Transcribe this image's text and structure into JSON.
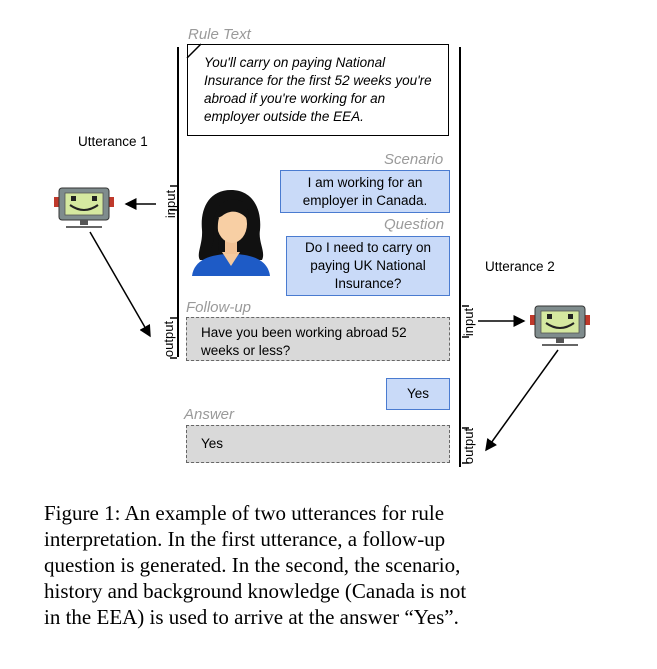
{
  "labels": {
    "rule_text": "Rule Text",
    "scenario": "Scenario",
    "question": "Question",
    "follow_up": "Follow-up",
    "answer": "Answer",
    "utterance1": "Utterance 1",
    "utterance2": "Utterance 2",
    "input": "input",
    "output": "output"
  },
  "boxes": {
    "rule_text": "You'll carry on paying National Insurance for the first 52 weeks you're abroad if you're working for an employer outside the EEA.",
    "scenario": "I am working for an employer in Canada.",
    "question": "Do I need to carry on paying UK National Insurance?",
    "follow_up": "Have you been working abroad 52 weeks or less?",
    "yes_reply": "Yes",
    "answer": "Yes"
  },
  "caption": {
    "line1": "Figure 1:  An example of two utterances for rule",
    "line2": "interpretation.  In the first utterance, a follow-up",
    "line3": "question is generated. In the second, the scenario,",
    "line4": "history and background knowledge (Canada is not",
    "line5": "in the EEA) is used to arrive at the answer “Yes”."
  },
  "colors": {
    "blue_fill": "#c9daf8",
    "blue_border": "#4a7bd0",
    "gray_fill": "#d9d9d9",
    "label_gray": "#9a9a9a"
  },
  "icons": [
    "robot-icon",
    "person-icon"
  ]
}
